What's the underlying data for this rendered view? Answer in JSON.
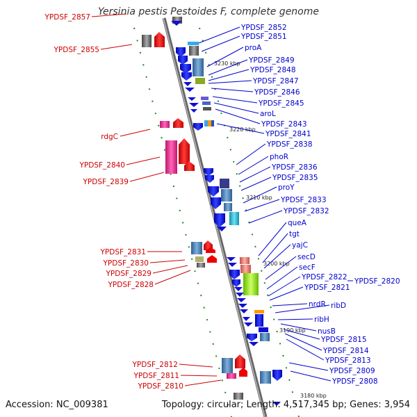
{
  "title": "Yersinia pestis Pestoides F, complete genome",
  "footer": {
    "accession": "Accession: NC_009381",
    "summary": "Topology: circular; Length: 4,517,345 bp; Genes: 3,954"
  },
  "colors": {
    "forward_label": "#cc0000",
    "reverse_label": "#0000cc",
    "backbone": "#888888",
    "tick": "#228b22"
  },
  "kbp_ticks": [
    "3230 kbp",
    "3220 kbp",
    "3210 kbp",
    "3200 kbp",
    "3190 kbp",
    "3180 kbp"
  ],
  "left_labels": [
    "YPDSF_2857",
    "YPDSF_2855",
    "rdgC",
    "YPDSF_2840",
    "YPDSF_2839",
    "YPDSF_2831",
    "YPDSF_2830",
    "YPDSF_2829",
    "YPDSF_2828",
    "YPDSF_2812",
    "YPDSF_2811",
    "YPDSF_2810"
  ],
  "right_labels": [
    "YPDSF_2852",
    "YPDSF_2851",
    "proA",
    "YPDSF_2849",
    "YPDSF_2848",
    "YPDSF_2847",
    "YPDSF_2846",
    "YPDSF_2845",
    "aroL",
    "YPDSF_2843",
    "YPDSF_2841",
    "YPDSF_2838",
    "phoR",
    "YPDSF_2836",
    "YPDSF_2835",
    "proY",
    "YPDSF_2833",
    "YPDSF_2832",
    "queA",
    "tgt",
    "yajC",
    "secD",
    "secF",
    "YPDSF_2822",
    "YPDSF_2821",
    "YPDSF_2820",
    "nrdR",
    "ribD",
    "ribH",
    "nusB",
    "YPDSF_2815",
    "YPDSF_2814",
    "YPDSF_2813",
    "YPDSF_2809",
    "YPDSF_2808"
  ]
}
